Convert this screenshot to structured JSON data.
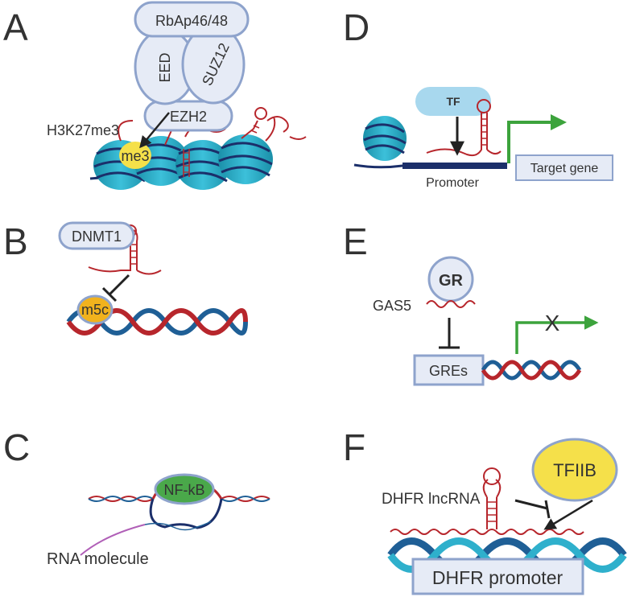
{
  "panels": {
    "a": {
      "letter": "A",
      "complex": [
        "RbAp46/48",
        "EED",
        "SUZ12",
        "EZH2"
      ],
      "mark_label": "H3K27me3",
      "me3": "me3"
    },
    "b": {
      "letter": "B",
      "enzyme": "DNMT1",
      "mark": "m5c"
    },
    "c": {
      "letter": "C",
      "factor": "NF-kB",
      "rna_label": "RNA molecule"
    },
    "d": {
      "letter": "D",
      "tf": "TF",
      "promoter": "Promoter",
      "target": "Target gene"
    },
    "e": {
      "letter": "E",
      "receptor": "GR",
      "rna": "GAS5",
      "element": "GREs",
      "block": "X"
    },
    "f": {
      "letter": "F",
      "factor": "TFIIB",
      "rna": "DHFR lncRNA",
      "promoter": "DHFR promoter"
    }
  },
  "colors": {
    "nucleosome": "#2fb0cc",
    "nucleosome_dark": "#16879f",
    "dna_navy": "#1b2f6a",
    "rna_red": "#b7262c",
    "strand_blue": "#1f5f96",
    "box_fill": "#e6ebf6",
    "box_stroke": "#8ea3cc",
    "yellow": "#f5e04a",
    "orange": "#f1b21d",
    "green_node": "#4aa84a",
    "arrow_green": "#3ca33c"
  }
}
